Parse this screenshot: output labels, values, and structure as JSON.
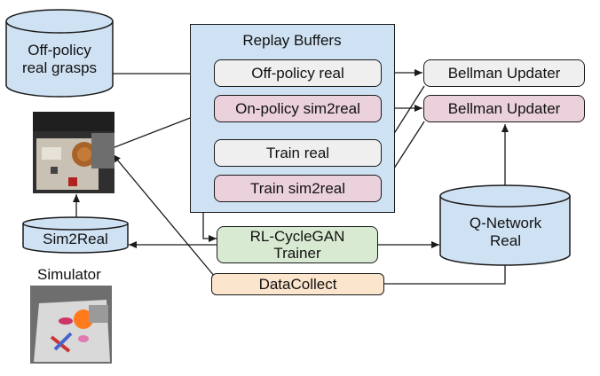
{
  "replay_buffers": {
    "title": "Replay Buffers",
    "off_policy_real": "Off-policy real",
    "on_policy_sim2real": "On-policy sim2real",
    "train_real": "Train real",
    "train_sim2real": "Train sim2real"
  },
  "off_policy_store": {
    "line1": "Off-policy",
    "line2": "real grasps"
  },
  "bellman_updater_top": "Bellman Updater",
  "bellman_updater_bottom": "Bellman Updater",
  "q_network": {
    "line1": "Q-Network",
    "line2": "Real"
  },
  "sim2real": "Sim2Real",
  "simulator_label": "Simulator",
  "cyclegan": {
    "line1": "RL-CycleGAN",
    "line2": "Trainer"
  },
  "data_collect": "DataCollect",
  "colors": {
    "blue": "#cfe2f3",
    "gray": "#efefef",
    "pink": "#ead1dc",
    "green": "#d9ead3",
    "orange": "#fce5cd"
  },
  "icons": [
    "real-robot-photo",
    "simulated-robot-photo"
  ]
}
